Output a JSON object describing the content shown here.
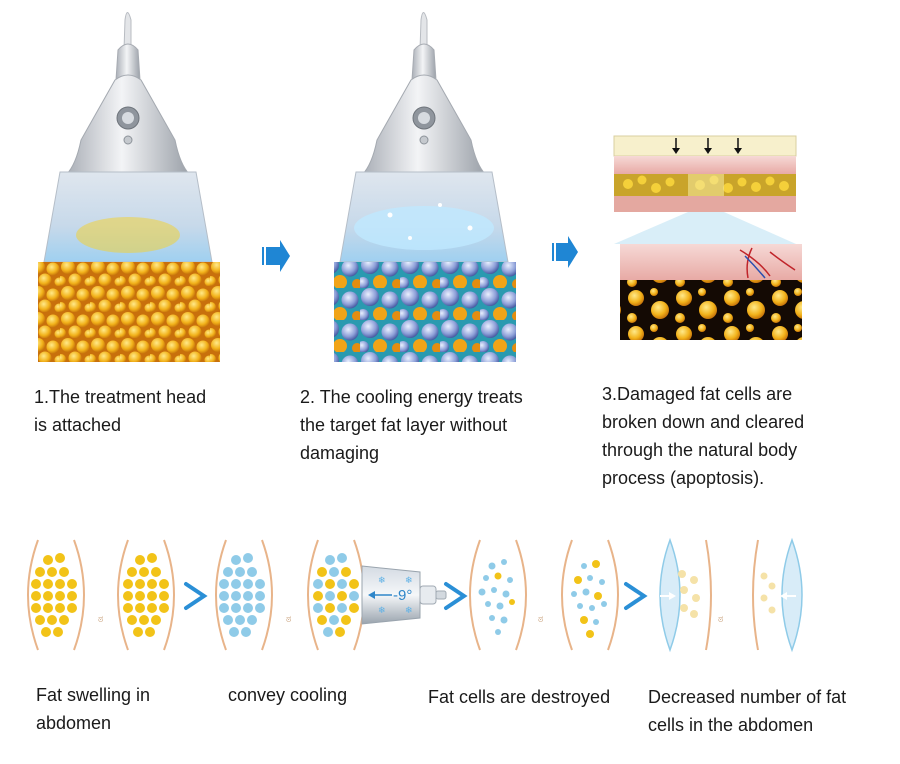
{
  "steps": [
    {
      "caption": "1.The treatment head\nis attached"
    },
    {
      "caption": "2. The cooling energy treats\nthe target fat layer without\ndamaging"
    },
    {
      "caption": "3.Damaged fat cells are\nbroken down and cleared\nthrough the natural body\nprocess (apoptosis)."
    }
  ],
  "stages": [
    {
      "caption": "Fat swelling in\nabdomen"
    },
    {
      "caption": "convey cooling"
    },
    {
      "caption": "Fat cells are destroyed"
    },
    {
      "caption": "Decreased number of fat\ncells in the abdomen"
    }
  ],
  "cooling_probe": {
    "temperature": "-9°"
  },
  "colors": {
    "fat_yellow": "#f2c318",
    "cool_blue": "#8fcbe8",
    "arrow_blue": "#2a8fd6",
    "skin_outline": "#e8b48a"
  }
}
